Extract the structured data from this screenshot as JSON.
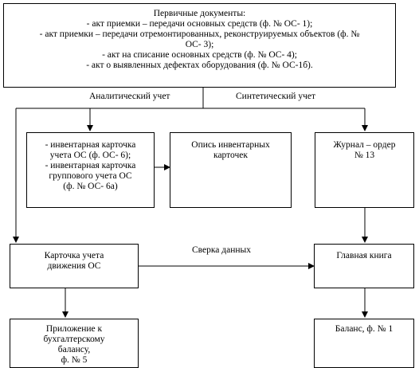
{
  "primary_docs": {
    "lines": [
      "Первичные документы:",
      "-  акт приемки – передачи основных  средств  (ф. № ОС-  1);",
      "-  акт приемки – передачи отремонтированных,  реконструируемых объектов (ф. №",
      "ОС- 3);",
      "-  акт на списание основных средств (ф. № ОС-  4);",
      "-  акт о выявленных  дефектах оборудования (ф. № ОС-1б)."
    ]
  },
  "labels": {
    "analytic": "Аналитический учет",
    "synthetic": "Синтетический  учет",
    "reconciliation": "Сверка данных"
  },
  "inventory_cards": {
    "lines": [
      "- инвентарная карточка",
      "учета ОС (ф. ОС- 6);",
      "- инвентарная карточка",
      "группового учета ОС",
      "(ф. № ОС- 6а)"
    ]
  },
  "inventory_list": {
    "lines": [
      "Опись инвентарных",
      "карточек"
    ]
  },
  "journal_order": {
    "lines": [
      "Журнал – ордер",
      "№ 13"
    ]
  },
  "movement_card": {
    "lines": [
      "Карточка учета",
      "движения ОС"
    ]
  },
  "general_ledger": {
    "lines": [
      "Главная книга"
    ]
  },
  "appendix": {
    "lines": [
      "Приложение к",
      "бухгалтерскому",
      "балансу,",
      "ф. № 5"
    ]
  },
  "balance": {
    "lines": [
      "Баланс, ф. № 1"
    ]
  }
}
